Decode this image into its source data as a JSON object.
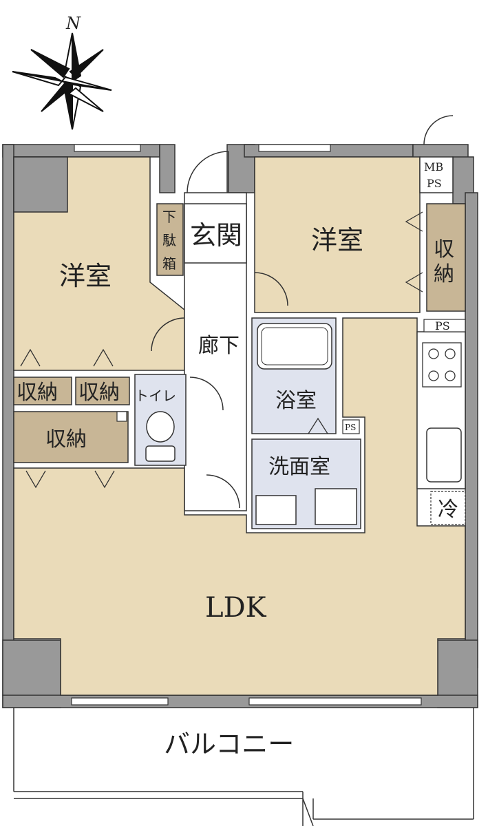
{
  "compass": {
    "north_label": "N"
  },
  "rooms": {
    "western_room_left": "洋室",
    "western_room_right": "洋室",
    "entrance": "玄関",
    "corridor": "廊下",
    "shoe_box": [
      "下",
      "駄",
      "箱"
    ],
    "storage_right": [
      "収",
      "納"
    ],
    "storage_left_a": "収納",
    "storage_left_b": "収納",
    "storage_left_c": "収納",
    "toilet": "トイレ",
    "bathroom": "浴室",
    "washroom": "洗面室",
    "ldk": "LDK",
    "refrigerator": "冷",
    "balcony": "バルコニー",
    "meter_box": [
      "MB",
      "PS"
    ],
    "ps_kitchen": "PS",
    "ps_bath": "PS"
  },
  "colors": {
    "wall": "#999999",
    "floor": "#eadbb9",
    "storage": "#c8b696",
    "wet_area": "#dfe3ee",
    "hallway": "#ffffff",
    "line": "#333333"
  }
}
